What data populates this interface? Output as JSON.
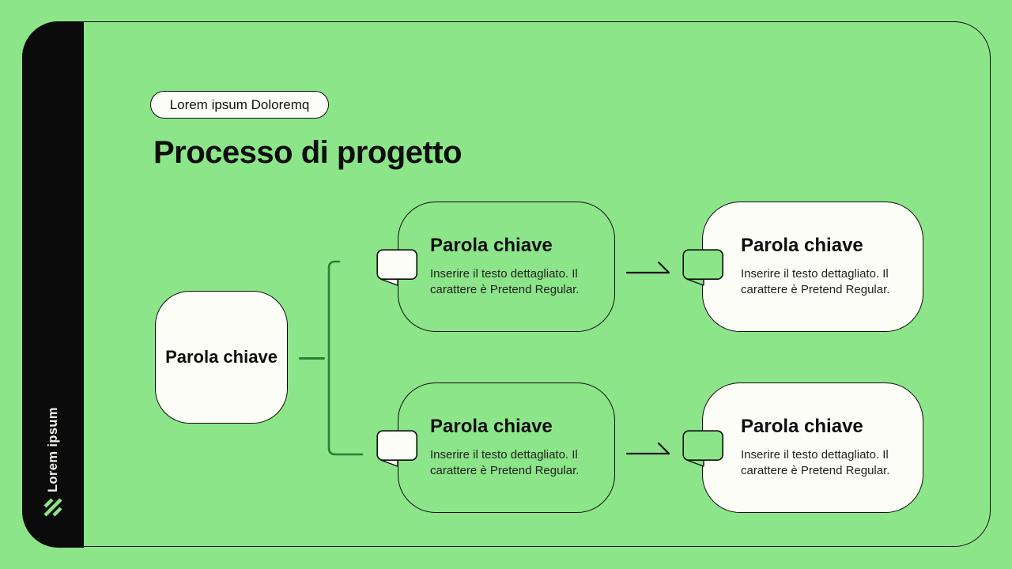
{
  "slide": {
    "badge_label": "Lorem ipsum Doloremq",
    "title": "Processo di progetto",
    "sidebar": {
      "label": "Lorem ipsum"
    },
    "root_node": {
      "title": "Parola chiave"
    },
    "cards": [
      {
        "title": "Parola chiave",
        "body": "Inserire il testo dettagliato. Il carattere è Pretend Regular.",
        "variant": "outline",
        "row": "top"
      },
      {
        "title": "Parola chiave",
        "body": "Inserire il testo dettagliato. Il carattere è Pretend Regular.",
        "variant": "outline",
        "row": "bottom"
      },
      {
        "title": "Parola chiave",
        "body": "Inserire il testo dettagliato. Il carattere è Pretend Regular.",
        "variant": "solid",
        "row": "top"
      },
      {
        "title": "Parola chiave",
        "body": "Inserire il testo dettagliato. Il carattere è Pretend Regular.",
        "variant": "solid",
        "row": "bottom"
      }
    ],
    "colors": {
      "background_green": "#8CE589",
      "connector_green": "#2E7D33",
      "ink_black": "#0d0d0d",
      "card_white": "#fdfdf8"
    },
    "icons": {
      "logo": "diagonal-stripes-logo",
      "tabs": "folded-note-tab",
      "arrow": "single-barb-arrow"
    }
  }
}
